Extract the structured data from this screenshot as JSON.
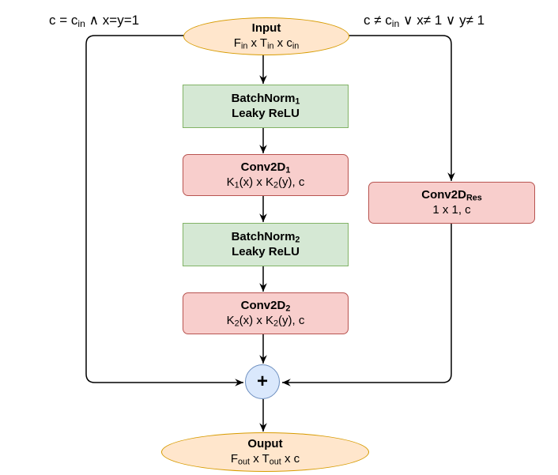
{
  "condition_left": {
    "a": "c = c",
    "sub": "in",
    "b": " ∧ x=y=1"
  },
  "condition_right": {
    "a": "c ≠ c",
    "sub": "in",
    "b": " ∨ x≠ 1 ∨ y≠ 1"
  },
  "input": {
    "title": "Input",
    "dims": [
      {
        "t": "F",
        "s": "in"
      },
      {
        "t": " x T",
        "s": "in"
      },
      {
        "t": " x c",
        "s": "in"
      }
    ]
  },
  "bn1": {
    "title": "BatchNorm",
    "sub": "1",
    "activation": "Leaky ReLU"
  },
  "conv1": {
    "title": "Conv2D",
    "sub": "1",
    "params": [
      {
        "t": "K",
        "s": "1"
      },
      {
        "t": "(x) x K",
        "s": "2"
      },
      {
        "t": "(y), c",
        "s": ""
      }
    ]
  },
  "bn2": {
    "title": "BatchNorm",
    "sub": "2",
    "activation": "Leaky ReLU"
  },
  "conv2": {
    "title": "Conv2D",
    "sub": "2",
    "params": [
      {
        "t": "K",
        "s": "2"
      },
      {
        "t": "(x) x K",
        "s": "2"
      },
      {
        "t": "(y), c",
        "s": ""
      }
    ]
  },
  "conv_res": {
    "title": "Conv2D",
    "sub": "Res",
    "params": "1 x 1, c"
  },
  "add": {
    "symbol": "+"
  },
  "output": {
    "title": "Ouput",
    "dims": [
      {
        "t": "F",
        "s": "out"
      },
      {
        "t": " x T",
        "s": "out"
      },
      {
        "t": " x c",
        "s": ""
      }
    ]
  },
  "colors": {
    "green_fill": "#d5e8d4",
    "green_stroke": "#82b366",
    "red_fill": "#f8cecc",
    "red_stroke": "#b85450",
    "orange_fill": "#ffe6cc",
    "orange_stroke": "#d79b00",
    "blue_fill": "#dae8fc",
    "blue_stroke": "#6c8ebf"
  }
}
